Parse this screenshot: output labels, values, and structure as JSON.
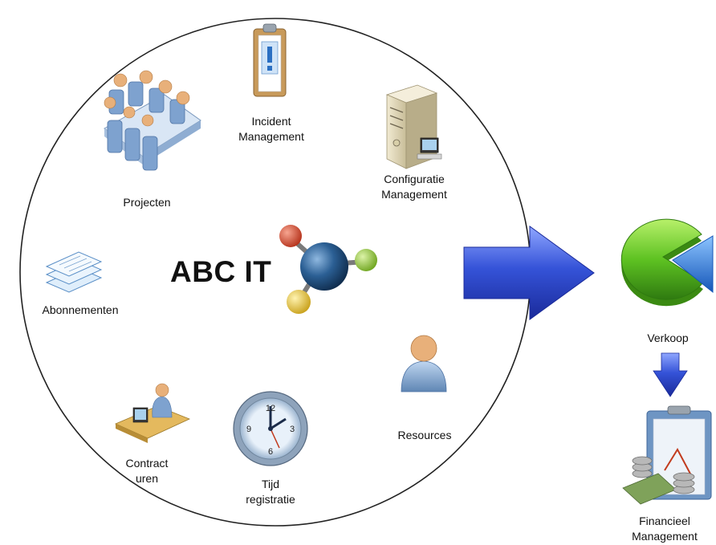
{
  "brand": {
    "name": "ABC IT"
  },
  "modules": [
    {
      "id": "projecten",
      "label": "Projecten",
      "icon": "meeting-room-icon"
    },
    {
      "id": "incident",
      "label": "Incident\nManagement",
      "icon": "clipboard-alert-icon"
    },
    {
      "id": "configuratie",
      "label": "Configuratie\nManagement",
      "icon": "server-icon"
    },
    {
      "id": "abonnementen",
      "label": "Abonnementen",
      "icon": "document-stack-icon"
    },
    {
      "id": "resources",
      "label": "Resources",
      "icon": "person-icon"
    },
    {
      "id": "contract",
      "label": "Contract\nuren",
      "icon": "desk-worker-icon"
    },
    {
      "id": "tijd",
      "label": "Tijd\nregistratie",
      "icon": "clock-icon"
    }
  ],
  "outputs": [
    {
      "id": "verkoop",
      "label": "Verkoop",
      "icon": "pie-chart-icon"
    },
    {
      "id": "financieel",
      "label": "Financieel\nManagement",
      "icon": "clipboard-money-icon"
    }
  ],
  "clock_numbers": [
    "12",
    "3",
    "6",
    "9"
  ],
  "colors": {
    "circle": "#222222",
    "arrow_blue": "#2f4fd0",
    "pie_green": "#5ec222",
    "pie_blue": "#2a78e0",
    "molecule_core": "#22507e",
    "molecule_red": "#d2432c",
    "molecule_green": "#8cc43a",
    "molecule_yellow": "#e8c83a"
  }
}
